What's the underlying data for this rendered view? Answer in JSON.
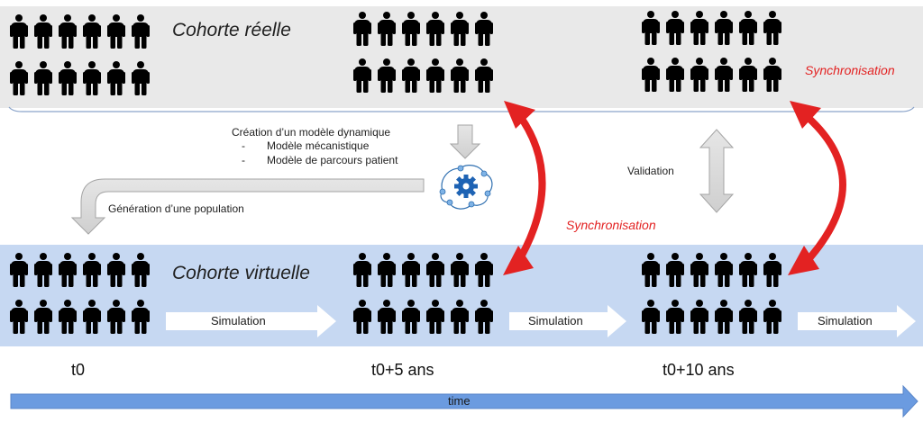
{
  "cohorts": {
    "real_label": "Cohorte réelle",
    "virtual_label": "Cohorte virtuelle"
  },
  "process": {
    "model_title": "Création d’un modèle dynamique",
    "model_items": [
      "Modèle mécanistique",
      "Modèle de parcours patient"
    ],
    "bullet": "-",
    "generation": "Génération d’une population",
    "validation": "Validation",
    "synchronisation": "Synchronisation"
  },
  "simulation_label": "Simulation",
  "timepoints": [
    "t0",
    "t0+5 ans",
    "t0+10 ans"
  ],
  "axis_label": "time",
  "colors": {
    "real_band": "#e9e9e9",
    "virtual_band": "#c6d8f2",
    "sync_arrow": "#e32222",
    "time_arrow": "#6b9be0",
    "person": "#000000",
    "gray_arrow": "#d9d9d9"
  },
  "icons": [
    "person-icon",
    "gear-brain-icon"
  ]
}
